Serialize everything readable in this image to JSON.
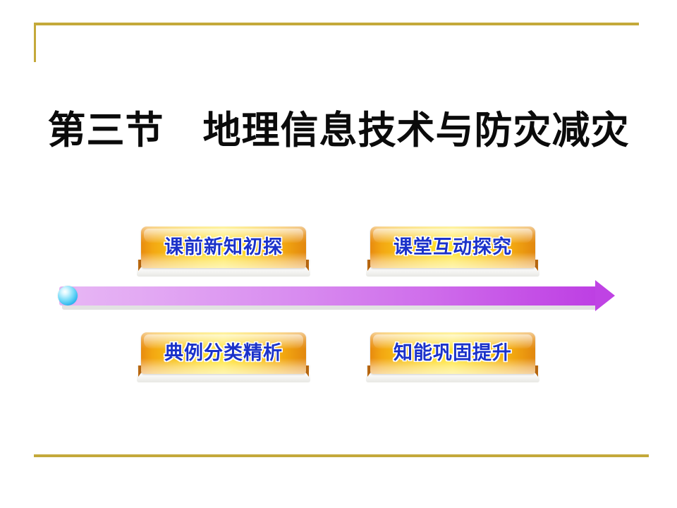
{
  "slide": {
    "background_color": "#ffffff",
    "title": "第三节　地理信息技术与防灾减灾"
  },
  "frame": {
    "accent_color": "#c4a93a",
    "top_rule_name": "top-gold-rule",
    "left_rule_name": "left-gold-rule",
    "bottom_rule_name": "bottom-gold-rule"
  },
  "arrow": {
    "name": "progress-arrow",
    "direction": "right",
    "shaft_color_start": "#e7b7f4",
    "shaft_color_end": "#bd3fe3",
    "head_color": "#bf43e4",
    "bead_color": "#2cb6ee"
  },
  "buttons": [
    {
      "label": "课前新知初探",
      "position": "top-left",
      "text_color": "#1b32c9",
      "outline_color": "#ffffff",
      "plaque_color": "#ffe53a"
    },
    {
      "label": "课堂互动探究",
      "position": "top-right",
      "text_color": "#1b32c9",
      "outline_color": "#ffffff",
      "plaque_color": "#ffe53a"
    },
    {
      "label": "典例分类精析",
      "position": "bottom-left",
      "text_color": "#1b32c9",
      "outline_color": "#ffffff",
      "plaque_color": "#ffe53a"
    },
    {
      "label": "知能巩固提升",
      "position": "bottom-right",
      "text_color": "#1b32c9",
      "outline_color": "#ffffff",
      "plaque_color": "#ffe53a"
    }
  ]
}
